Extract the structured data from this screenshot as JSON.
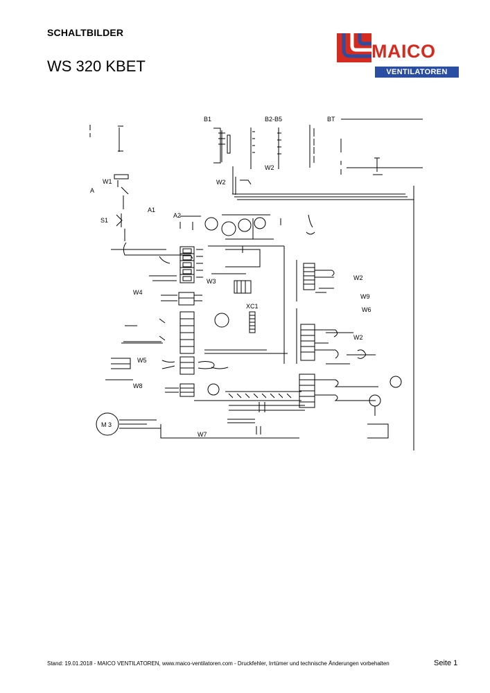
{
  "header": {
    "section_title": "SCHALTBILDER",
    "document_title": "WS 320 KBET"
  },
  "logo": {
    "brand": "MAICO",
    "subtitle": "VENTILATOREN",
    "colors": {
      "red": "#d52b1e",
      "blue": "#2b4ea2"
    }
  },
  "diagram": {
    "labels": {
      "b1": "B1",
      "b2_b5": "B2-B5",
      "bt": "BT",
      "w1": "W1",
      "a": "A",
      "s1": "S1",
      "a1": "A1",
      "a2": "A2",
      "w2_top": "W2",
      "w2_left": "W2",
      "w3": "W3",
      "w4": "W4",
      "w5": "W5",
      "w6_left": "W8",
      "w2_right1": "W2",
      "w9": "W9",
      "w6_right": "W6",
      "w2_right2": "W2",
      "xc1": "XC1",
      "m3": "M 3",
      "w7": "W7"
    }
  },
  "footer": {
    "left": "Stand: 19.01.2018 - MAICO VENTILATOREN, www.maico-ventilatoren.com - Druckfehler, Irrtümer und technische Änderungen vorbehalten",
    "page": "Seite 1"
  }
}
